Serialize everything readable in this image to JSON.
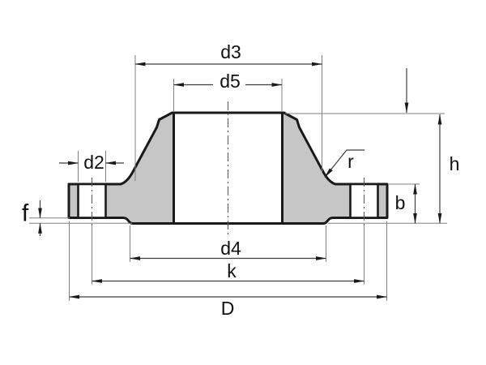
{
  "labels": {
    "d3": "d3",
    "d5": "d5",
    "d2": "d2",
    "f": "f",
    "r": "r",
    "h": "h",
    "b": "b",
    "d4": "d4",
    "k": "k",
    "D": "D"
  },
  "colors": {
    "background": "#ffffff",
    "outline": "#1a1a1a",
    "section_fill": "#c6c6c6",
    "dimension_line": "#3f3f3f",
    "extension_line": "#808080",
    "text": "#111111"
  }
}
